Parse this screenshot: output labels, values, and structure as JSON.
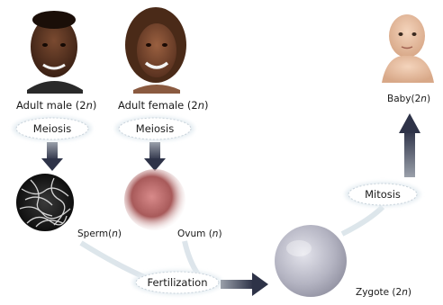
{
  "labels": {
    "adult_male": "Adult male (2",
    "adult_female": "Adult female (2",
    "baby": "Baby(2",
    "sperm": "Sperm(",
    "ovum": "Ovum (",
    "zygote": "Zygote (2",
    "ploidy_n": "n"
  },
  "processes": {
    "meiosis_male": "Meiosis",
    "meiosis_female": "Meiosis",
    "fertilization": "Fertilization",
    "mitosis": "Mitosis"
  },
  "colors": {
    "arrow_start": "#9aa0aa",
    "arrow_end": "#2e3348",
    "oval_glow": "#e6eef3",
    "egg": "#a85a5a",
    "zygote": "#b8b8c4"
  }
}
